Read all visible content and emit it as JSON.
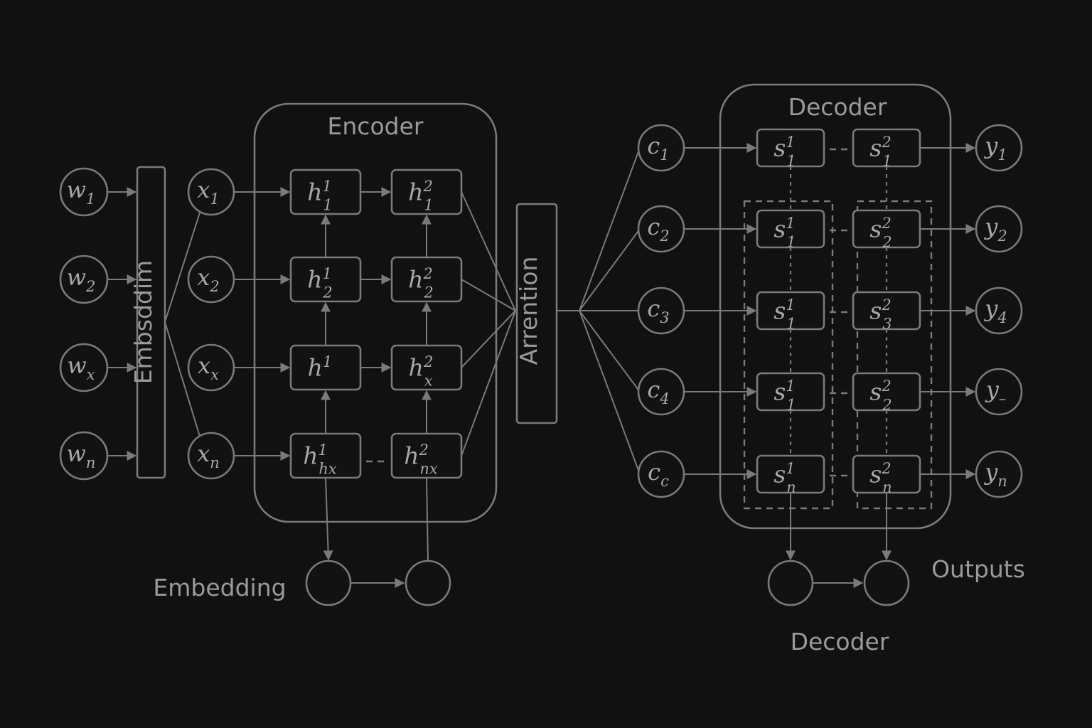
{
  "titles": {
    "encoder": "Encoder",
    "decoder_top": "Decoder",
    "decoder_bottom": "Decoder",
    "embedding_label": "Embedding",
    "outputs_label": "Outputs",
    "embed_bar": "Embsddim",
    "attention_bar": "Arrention"
  },
  "inputs_w": [
    {
      "base": "w",
      "sub": "1"
    },
    {
      "base": "w",
      "sub": "2"
    },
    {
      "base": "w",
      "sub": "x"
    },
    {
      "base": "w",
      "sub": "n"
    }
  ],
  "inputs_x": [
    {
      "base": "x",
      "sub": "1"
    },
    {
      "base": "x",
      "sub": "2"
    },
    {
      "base": "x",
      "sub": "x"
    },
    {
      "base": "x",
      "sub": "n"
    }
  ],
  "encoder_cells": [
    {
      "base": "h",
      "sup": "1",
      "sub": "1"
    },
    {
      "base": "h",
      "sup": "2",
      "sub": "1"
    },
    {
      "base": "h",
      "sup": "1",
      "sub": "2"
    },
    {
      "base": "h",
      "sup": "2",
      "sub": "2"
    },
    {
      "base": "h",
      "sup": "1",
      "sub": ""
    },
    {
      "base": "h",
      "sup": "2",
      "sub": "x"
    },
    {
      "base": "h",
      "sup": "1",
      "sub": "hx"
    },
    {
      "base": "h",
      "sup": "2",
      "sub": "nx"
    }
  ],
  "context": [
    {
      "base": "c",
      "sub": "1"
    },
    {
      "base": "c",
      "sub": "2"
    },
    {
      "base": "c",
      "sub": "3"
    },
    {
      "base": "c",
      "sub": "4"
    },
    {
      "base": "c",
      "sub": "c"
    }
  ],
  "decoder_cells": [
    {
      "base": "s",
      "sup": "1",
      "sub": "1"
    },
    {
      "base": "s",
      "sup": "2",
      "sub": "1"
    },
    {
      "base": "s",
      "sup": "1",
      "sub": "1"
    },
    {
      "base": "s",
      "sup": "2",
      "sub": "2"
    },
    {
      "base": "s",
      "sup": "1",
      "sub": "1"
    },
    {
      "base": "s",
      "sup": "2",
      "sub": "3"
    },
    {
      "base": "s",
      "sup": "1",
      "sub": "1"
    },
    {
      "base": "s",
      "sup": "2",
      "sub": "2"
    },
    {
      "base": "s",
      "sup": "1",
      "sub": "n"
    },
    {
      "base": "s",
      "sup": "2",
      "sub": "n"
    }
  ],
  "outputs_y": [
    {
      "base": "y",
      "sub": "1"
    },
    {
      "base": "y",
      "sub": "2"
    },
    {
      "base": "y",
      "sub": "4"
    },
    {
      "base": "y",
      "sub": "–"
    },
    {
      "base": "y",
      "sub": "n"
    }
  ]
}
